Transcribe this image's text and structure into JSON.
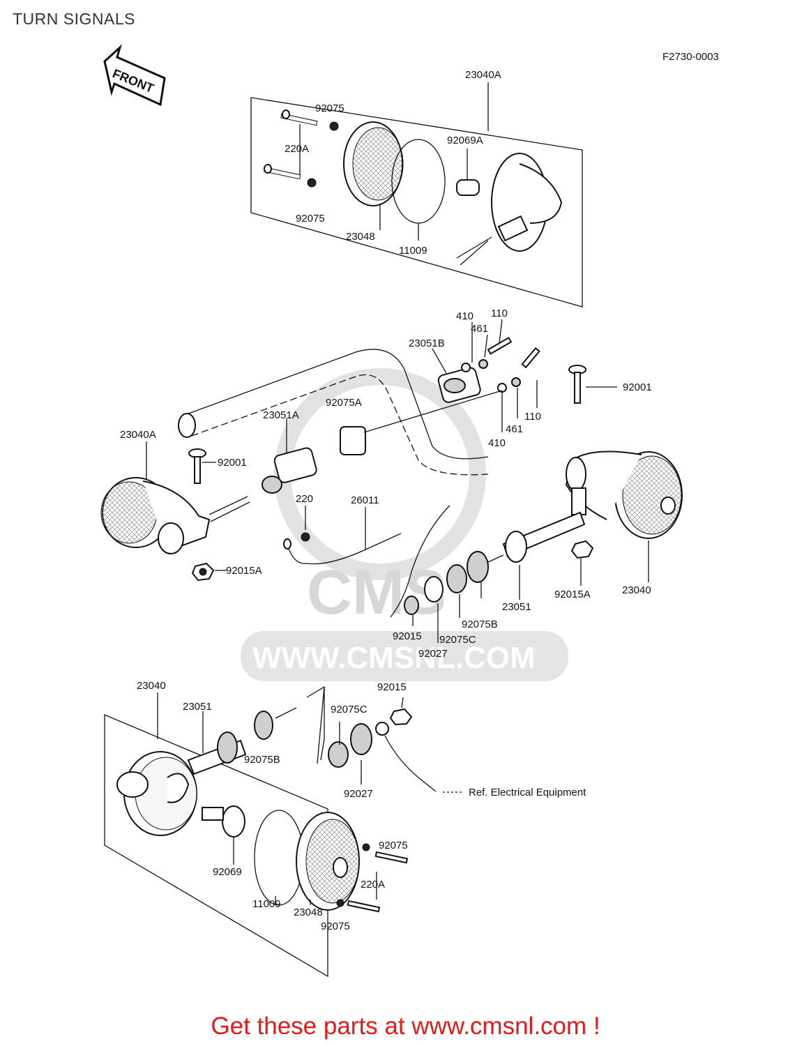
{
  "title": "TURN SIGNALS",
  "diagram_code": "F2730-0003",
  "front_label": "FRONT",
  "watermark": "WWW.CMSNL.COM",
  "reference_note": "Ref. Electrical Equipment",
  "footer": "Get these parts at www.cmsnl.com !",
  "labels": {
    "top": {
      "p23040A": "23040A",
      "p92075_top": "92075",
      "p220A": "220A",
      "p92075_bot": "92075",
      "p23048": "23048",
      "p11009": "11009",
      "p92069A": "92069A"
    },
    "middle": {
      "p410_a": "410",
      "p110_a": "110",
      "p461_a": "461",
      "p23051B": "23051B",
      "p92001_r": "92001",
      "p110_b": "110",
      "p461_b": "461",
      "p410_b": "410",
      "p92075A": "92075A",
      "p23051A": "23051A",
      "p23040A_l": "23040A",
      "p92001_l": "92001",
      "p220": "220",
      "p26011": "26011",
      "p92015A_l": "92015A",
      "p92015A_r": "92015A",
      "p23040_r": "23040",
      "p23051": "23051",
      "p92075B": "92075B",
      "p92075C": "92075C",
      "p92015": "92015",
      "p92027": "92027"
    },
    "bottom": {
      "p23040": "23040",
      "p23051": "23051",
      "p92015": "92015",
      "p92075C": "92075C",
      "p92075B": "92075B",
      "p92027": "92027",
      "p92069": "92069",
      "p11009": "11009",
      "p23048": "23048",
      "p92075_a": "92075",
      "p220A": "220A",
      "p92075_b": "92075"
    }
  }
}
